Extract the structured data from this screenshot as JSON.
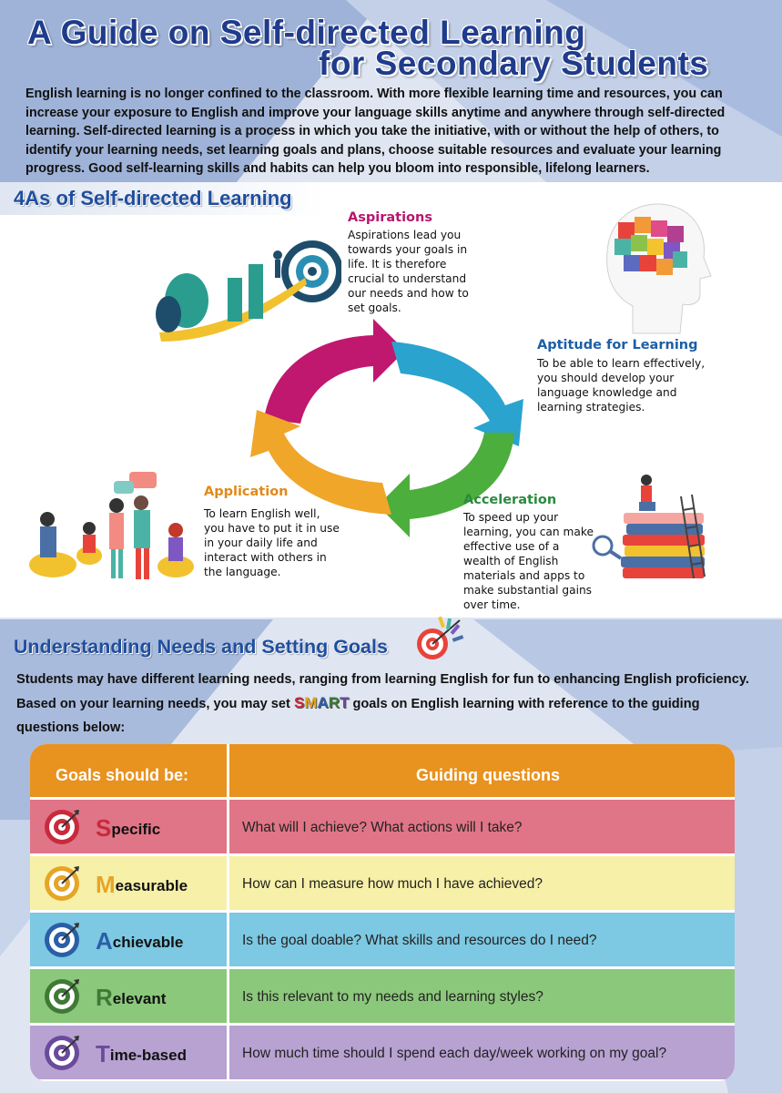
{
  "header": {
    "title_line1": "A Guide on Self-directed Learning",
    "title_line2": "for Secondary Students",
    "intro": "English learning is no longer confined to the classroom. With more flexible learning time and resources, you can increase your exposure to English and improve your language skills anytime and anywhere through self-directed learning. Self-directed learning is a process in which you take the initiative, with or without the help of others, to identify your learning needs, set learning goals and plans, choose suitable resources and evaluate your learning progress. Good self-learning skills and habits can help you bloom into responsible, lifelong learners."
  },
  "four_as": {
    "heading": "4As of Self-directed Learning",
    "aspirations": {
      "title": "Aspirations",
      "body": "Aspirations lead you towards your goals in life. It is therefore crucial to understand our needs and how to set goals.",
      "color": "#b5176f"
    },
    "aptitude": {
      "title": "Aptitude for Learning",
      "body": "To be able to learn effectively, you should develop your language knowledge and learning strategies.",
      "color": "#1d5ea8"
    },
    "acceleration": {
      "title": "Acceleration",
      "body": "To speed up your learning, you can make effective use of a wealth of English materials and apps to make substantial gains over time.",
      "color": "#2b8a3e"
    },
    "application": {
      "title": "Application",
      "body": "To learn English well, you have to put it in use in your daily life and interact with others in the language.",
      "color": "#e08a1a"
    }
  },
  "goals": {
    "heading": "Understanding Needs and Setting Goals",
    "para_before": "Students may have different learning needs, ranging from learning English for fun to enhancing English proficiency. Based on your learning needs, you may set ",
    "smart_letters": [
      "S",
      "M",
      "A",
      "R",
      "T"
    ],
    "para_after": " goals on English learning with reference to the guiding questions below:",
    "table": {
      "col1": "Goals should be:",
      "col2": "Guiding questions",
      "header_color": "#e8921f",
      "rows": [
        {
          "initial": "S",
          "rest": "pecific",
          "question": "What will I achieve? What actions will I take?",
          "color": "#e07587",
          "accent": "#c82a3c"
        },
        {
          "initial": "M",
          "rest": "easurable",
          "question": "How can I measure how much I have achieved?",
          "color": "#f6f0a8",
          "accent": "#e6a524"
        },
        {
          "initial": "A",
          "rest": "chievable",
          "question": "Is the goal doable? What skills and resources do I need?",
          "color": "#7dc8e2",
          "accent": "#2a5fa8"
        },
        {
          "initial": "R",
          "rest": "elevant",
          "question": "Is this relevant to my needs and learning styles?",
          "color": "#8cc87c",
          "accent": "#3f7a35"
        },
        {
          "initial": "T",
          "rest": "ime-based",
          "question": "How much time should I spend each day/week working on my goal?",
          "color": "#b7a2d2",
          "accent": "#6b4a9c"
        }
      ]
    }
  }
}
